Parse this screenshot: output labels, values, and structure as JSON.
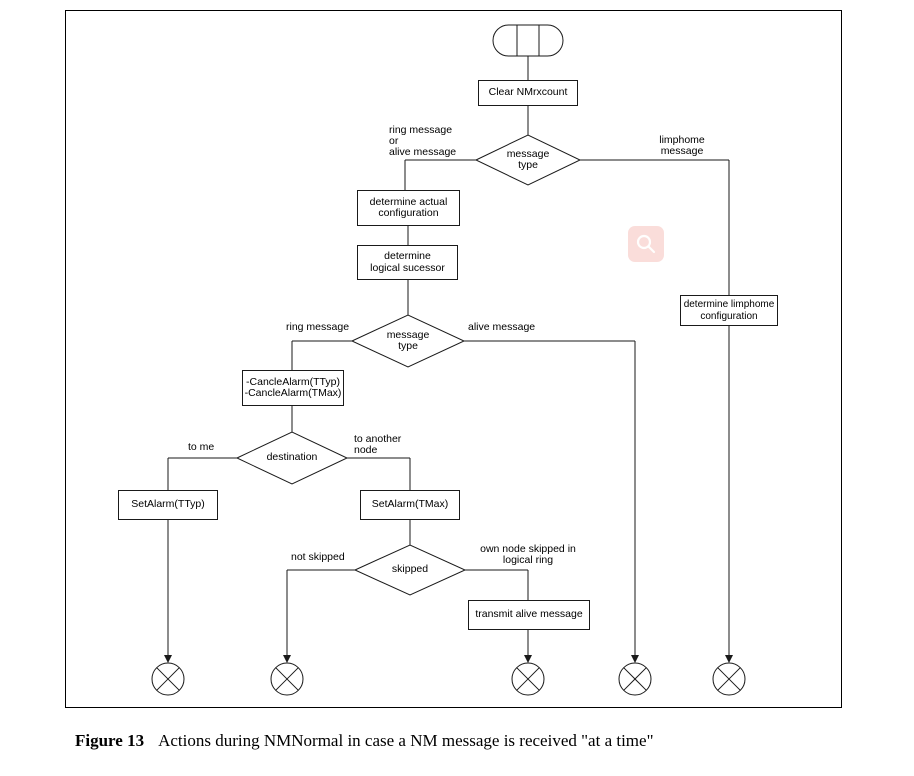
{
  "colors": {
    "line": "#1a1a1a",
    "background": "#ffffff",
    "overlay_pink": "#e96358"
  },
  "icons": {
    "overlay": "magnifier-icon"
  },
  "figure": {
    "caption_label": "Figure 13",
    "caption_text": "Actions during NMNormal in case a NM message is received \"at a time\""
  },
  "flowchart": {
    "boxes": {
      "clear": "Clear NMrxcount",
      "det_actual": "determine actual\nconfiguration",
      "det_logical": "determine\nlogical sucessor",
      "det_limp": "determine limphome\nconfiguration",
      "cancel": "-CancleAlarm(TTyp)\n-CancleAlarm(TMax)",
      "set_ttyp": "SetAlarm(TTyp)",
      "set_tmax": "SetAlarm(TMax)",
      "transmit": "transmit alive message"
    },
    "diamonds": {
      "msg_type_1": "message\ntype",
      "msg_type_2": "message\ntype",
      "destination": "destination",
      "skipped": "skipped"
    },
    "edges": {
      "ring_or_alive": "ring message\nor\nalive message",
      "limphome": "limphome\nmessage",
      "ring": "ring message",
      "alive": "alive message",
      "to_me": "to me",
      "to_another": "to another\nnode",
      "not_skipped": "not skipped",
      "own_skipped": "own node skipped in\nlogical ring"
    }
  }
}
